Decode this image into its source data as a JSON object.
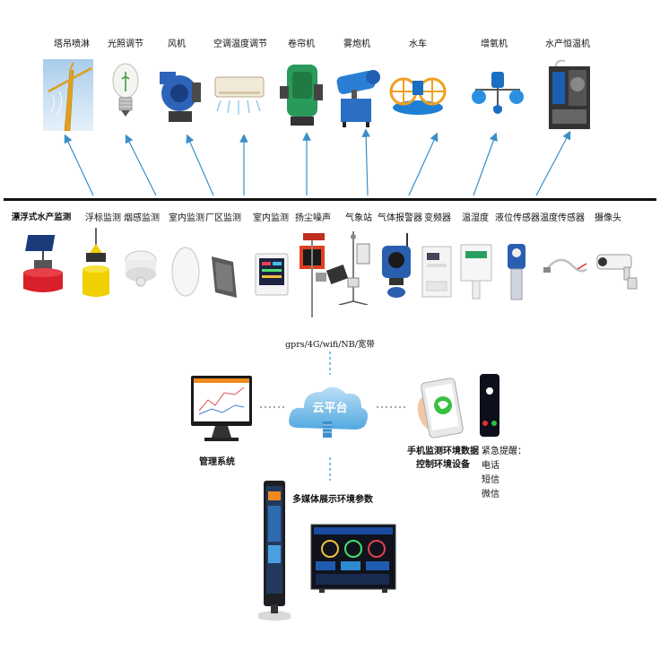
{
  "output_devices": [
    {
      "label": "塔吊喷淋",
      "icon": "tower-crane-sprinkler-icon"
    },
    {
      "label": "光照调节",
      "icon": "light-bulb-icon"
    },
    {
      "label": "风机",
      "icon": "blower-fan-icon"
    },
    {
      "label": "空调温度调节",
      "icon": "air-conditioner-icon"
    },
    {
      "label": "卷帘机",
      "icon": "curtain-roller-icon"
    },
    {
      "label": "雾炮机",
      "icon": "fog-cannon-icon"
    },
    {
      "label": "水车",
      "icon": "paddle-wheel-aerator-icon"
    },
    {
      "label": "增氧机",
      "icon": "oxygen-aerator-icon"
    },
    {
      "label": "水产恒温机",
      "icon": "aquaculture-thermostat-icon"
    }
  ],
  "sensors": [
    {
      "label": "漂浮式水产监测",
      "icon": "floating-buoy-monitor-icon",
      "bold": true
    },
    {
      "label": "浮标监测",
      "icon": "buoy-monitor-icon"
    },
    {
      "label": "烟感监测",
      "icon": "smoke-detector-icon"
    },
    {
      "label": "室内监测",
      "icon": "indoor-sensor-disc-icon"
    },
    {
      "label": "厂区监测",
      "icon": "factory-sensor-panel-icon"
    },
    {
      "label": "室内监测",
      "icon": "indoor-display-panel-icon"
    },
    {
      "label": "扬尘噪声",
      "icon": "dust-noise-monitor-icon"
    },
    {
      "label": "气象站",
      "icon": "weather-station-icon"
    },
    {
      "label": "气体报警器",
      "icon": "gas-alarm-icon"
    },
    {
      "label": "变频器",
      "icon": "frequency-converter-icon"
    },
    {
      "label": "温湿度",
      "icon": "temp-humidity-sensor-icon"
    },
    {
      "label": "液位传感器",
      "icon": "level-sensor-icon"
    },
    {
      "label": "温度传感器",
      "icon": "temperature-probe-icon"
    },
    {
      "label": "摄像头",
      "icon": "camera-icon"
    }
  ],
  "network_label": "gprs/4G/wifi/NB/宽带",
  "cloud_label": "云平台",
  "management_label": "管理系统",
  "mobile_label_line1": "手机监测环境数据",
  "mobile_label_line2": "控制环境设备",
  "alert": {
    "title": "紧急提醒：",
    "items": [
      "电话",
      "短信",
      "微信"
    ]
  },
  "display_label": "多媒体展示环境参数",
  "colors": {
    "arrow": "#3a8fc8",
    "divider": "#111111",
    "cloud": "#4fa8e0",
    "device_blue": "#1f5fb4",
    "buoy_red": "#d8202a",
    "buoy_yellow": "#f0d000"
  }
}
